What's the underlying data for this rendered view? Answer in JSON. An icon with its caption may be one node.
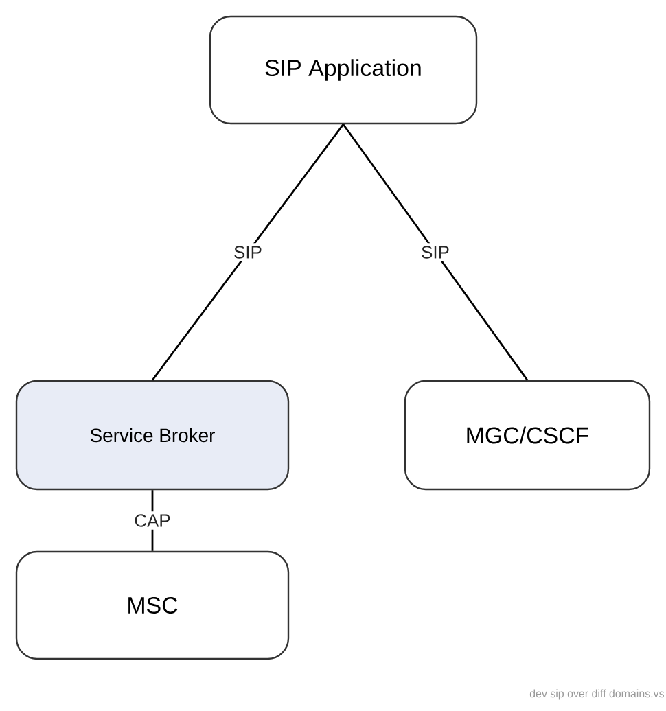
{
  "diagram": {
    "nodes": [
      {
        "text": [
          "SIP Application"
        ]
      },
      {
        "text": [
          "Service Broker"
        ]
      },
      {
        "text": [
          "MGC/CSCF"
        ]
      },
      {
        "text": [
          "MSC"
        ]
      }
    ],
    "edges": [
      {
        "from": 0,
        "to": 1,
        "arrow": "none",
        "label": "SIP"
      },
      {
        "from": 0,
        "to": 2,
        "arrow": "none",
        "label": "SIP"
      },
      {
        "from": 1,
        "to": 3,
        "arrow": "none",
        "label": "CAP"
      }
    ],
    "labels": [
      "dev sip over diff domains.vs"
    ]
  }
}
